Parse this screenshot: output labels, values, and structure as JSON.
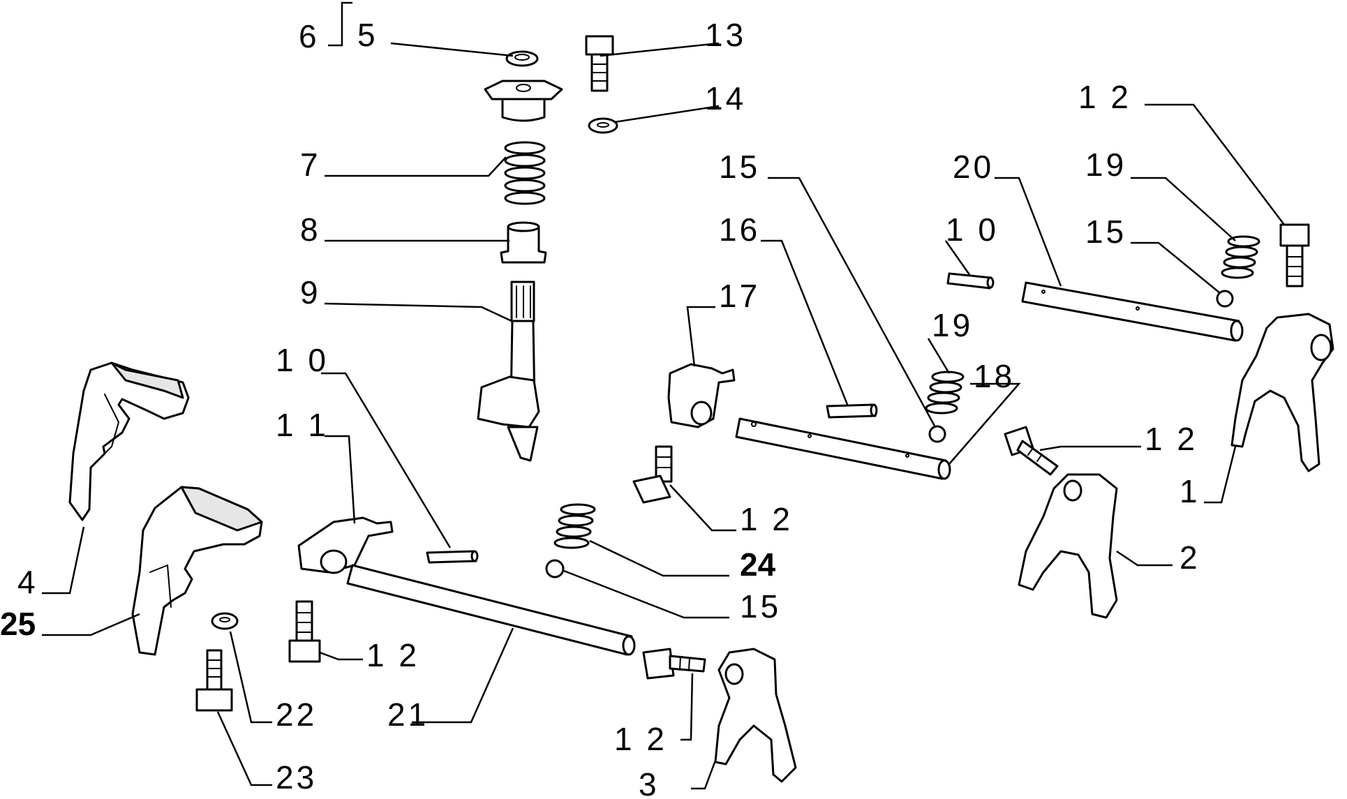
{
  "callouts": {
    "p1": "1",
    "p2": "2",
    "p3": "3",
    "p4": "4",
    "p5": "5",
    "p6": "6",
    "p7": "7",
    "p8": "8",
    "p9": "9",
    "p10_a": "1 0",
    "p10_b": "1 0",
    "p11": "1 1",
    "p12_a": "1 2",
    "p12_b": "1 2",
    "p12_c": "1 2",
    "p12_d": "1 2",
    "p12_e": "1 2",
    "p13": "13",
    "p14": "14",
    "p15_a": "15",
    "p15_b": "15",
    "p15_c": "15",
    "p16": "16",
    "p17": "17",
    "p18": "18",
    "p19_a": "19",
    "p19_b": "19",
    "p20": "20",
    "p21": "21",
    "p22": "22",
    "p23": "23",
    "p24": "24",
    "p25": "25"
  }
}
